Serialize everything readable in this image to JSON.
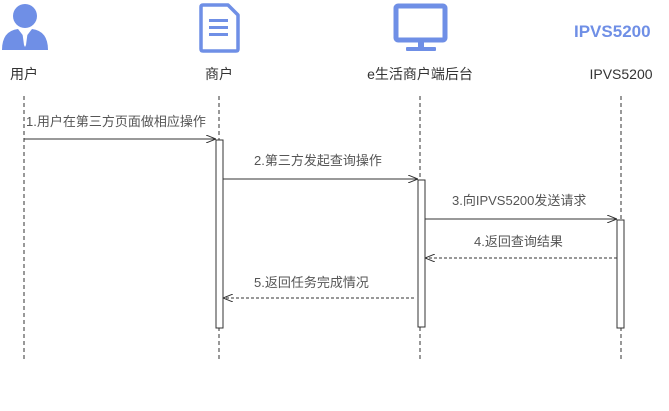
{
  "colors": {
    "icon": "#6f8fe6",
    "line": "#333333",
    "text": "#333333",
    "message_text": "#555555"
  },
  "brand_logo_text": "IPVS5200",
  "participants": [
    {
      "id": "user",
      "label": "用户",
      "icon": "user-icon"
    },
    {
      "id": "merchant",
      "label": "商户",
      "icon": "document-icon"
    },
    {
      "id": "backend",
      "label": "e生活商户端后台",
      "icon": "monitor-icon"
    },
    {
      "id": "ipvs",
      "label": "IPVS5200",
      "icon": "ipvs5200-logo"
    }
  ],
  "messages": [
    {
      "label": "1.用户在第三方页面做相应操作",
      "from": "user",
      "to": "merchant",
      "style": "solid"
    },
    {
      "label": "2.第三方发起查询操作",
      "from": "merchant",
      "to": "backend",
      "style": "solid"
    },
    {
      "label": "3.向IPVS5200发送请求",
      "from": "backend",
      "to": "ipvs",
      "style": "solid"
    },
    {
      "label": "4.返回查询结果",
      "from": "ipvs",
      "to": "backend",
      "style": "dashed"
    },
    {
      "label": "5.返回任务完成情况",
      "from": "backend",
      "to": "merchant",
      "style": "dashed"
    }
  ]
}
